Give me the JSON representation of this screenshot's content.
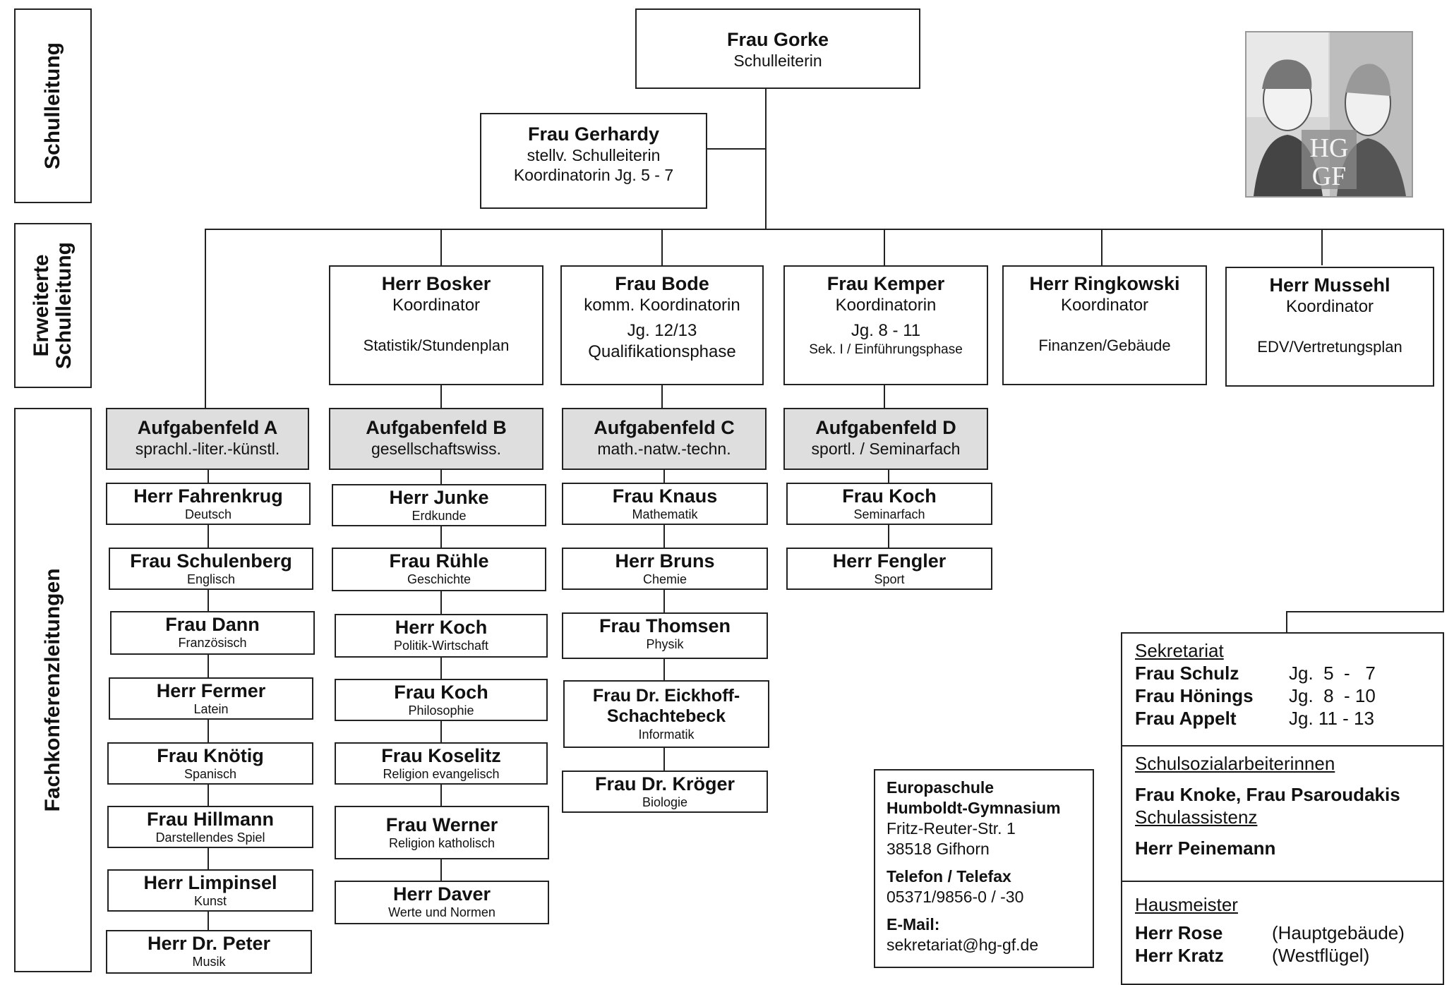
{
  "side_labels": {
    "schulleitung": "Schulleitung",
    "erweitert_line1": "Erweiterte",
    "erweitert_line2": "Schulleitung",
    "fachkonferenz": "Fachkonferenzleitungen"
  },
  "head": {
    "name": "Frau Gorke",
    "role": "Schulleiterin"
  },
  "deputy": {
    "name": "Frau Gerhardy",
    "role1": "stellv. Schulleiterin",
    "role2": "Koordinatorin Jg. 5 - 7"
  },
  "logo": {
    "letters_top": "HG",
    "letters_bottom": "GF"
  },
  "coordinators": [
    {
      "name": "Herr Bosker",
      "role": "Koordinator",
      "line1": "",
      "line2": "Statistik/Stundenplan"
    },
    {
      "name": "Frau Bode",
      "role": "komm. Koordinatorin",
      "line1": "Jg. 12/13",
      "line2": "Qualifikationsphase"
    },
    {
      "name": "Frau Kemper",
      "role": "Koordinatorin",
      "line1": "Jg. 8 - 11",
      "line2": "Sek. I / Einführungsphase"
    },
    {
      "name": "Herr Ringkowski",
      "role": "Koordinator",
      "line1": "",
      "line2": "Finanzen/Gebäude"
    },
    {
      "name": "Herr Mussehl",
      "role": "Koordinator",
      "line1": "",
      "line2": "EDV/Vertretungsplan"
    }
  ],
  "areas": [
    {
      "title": "Aufgabenfeld A",
      "desc": "sprachl.-liter.-künstl."
    },
    {
      "title": "Aufgabenfeld B",
      "desc": "gesellschaftswiss."
    },
    {
      "title": "Aufgabenfeld C",
      "desc": "math.-natw.-techn."
    },
    {
      "title": "Aufgabenfeld D",
      "desc": "sportl. / Seminarfach"
    }
  ],
  "colA": [
    {
      "name": "Herr Fahrenkrug",
      "subject": "Deutsch"
    },
    {
      "name": "Frau Schulenberg",
      "subject": "Englisch"
    },
    {
      "name": "Frau Dann",
      "subject": "Französisch"
    },
    {
      "name": "Herr Fermer",
      "subject": "Latein"
    },
    {
      "name": "Frau Knötig",
      "subject": "Spanisch"
    },
    {
      "name": "Frau Hillmann",
      "subject": "Darstellendes Spiel"
    },
    {
      "name": "Herr Limpinsel",
      "subject": "Kunst"
    },
    {
      "name": "Herr Dr. Peter",
      "subject": "Musik"
    }
  ],
  "colB": [
    {
      "name": "Herr Junke",
      "subject": "Erdkunde"
    },
    {
      "name": "Frau Rühle",
      "subject": "Geschichte"
    },
    {
      "name": "Herr Koch",
      "subject": "Politik-Wirtschaft"
    },
    {
      "name": "Frau Koch",
      "subject": "Philosophie"
    },
    {
      "name": "Frau Koselitz",
      "subject": "Religion evangelisch"
    },
    {
      "name": "Frau Werner",
      "subject": "Religion katholisch"
    },
    {
      "name": "Herr Daver",
      "subject": "Werte und Normen"
    }
  ],
  "colC": [
    {
      "name": "Frau Knaus",
      "subject": "Mathematik"
    },
    {
      "name": "Herr Bruns",
      "subject": "Chemie"
    },
    {
      "name": "Frau Thomsen",
      "subject": "Physik"
    },
    {
      "name": "Frau Dr. Eickhoff-",
      "name2": "Schachtebeck",
      "subject": "Informatik"
    },
    {
      "name": "Frau Dr. Kröger",
      "subject": "Biologie"
    }
  ],
  "colD": [
    {
      "name": "Frau Koch",
      "subject": "Seminarfach"
    },
    {
      "name": "Herr Fengler",
      "subject": "Sport"
    }
  ],
  "school": {
    "name1": "Europaschule",
    "name2": "Humboldt-Gymnasium",
    "street": "Fritz-Reuter-Str. 1",
    "city": "38518 Gifhorn",
    "phone_label": "Telefon / Telefax",
    "phone": "05371/9856-0 / -30",
    "email_label": "E-Mail:",
    "email": "sekretariat@hg-gf.de"
  },
  "sekretariat": {
    "title": "Sekretariat",
    "rows": [
      {
        "name": "Frau Schulz",
        "grades": "Jg.  5  -   7"
      },
      {
        "name": "Frau Hönings",
        "grades": "Jg.  8  - 10"
      },
      {
        "name": "Frau Appelt",
        "grades": "Jg. 11 - 13"
      }
    ]
  },
  "social": {
    "title": "Schulsozialarbeiterinnen",
    "names": "Frau Knoke, Frau Psaroudakis",
    "assist_title": "Schulassistenz",
    "assist_name": "Herr Peinemann"
  },
  "janitor": {
    "title": "Hausmeister",
    "rows": [
      {
        "name": "Herr Rose",
        "place": "(Hauptgebäude)"
      },
      {
        "name": "Herr Kratz",
        "place": "(Westflügel)"
      }
    ]
  }
}
